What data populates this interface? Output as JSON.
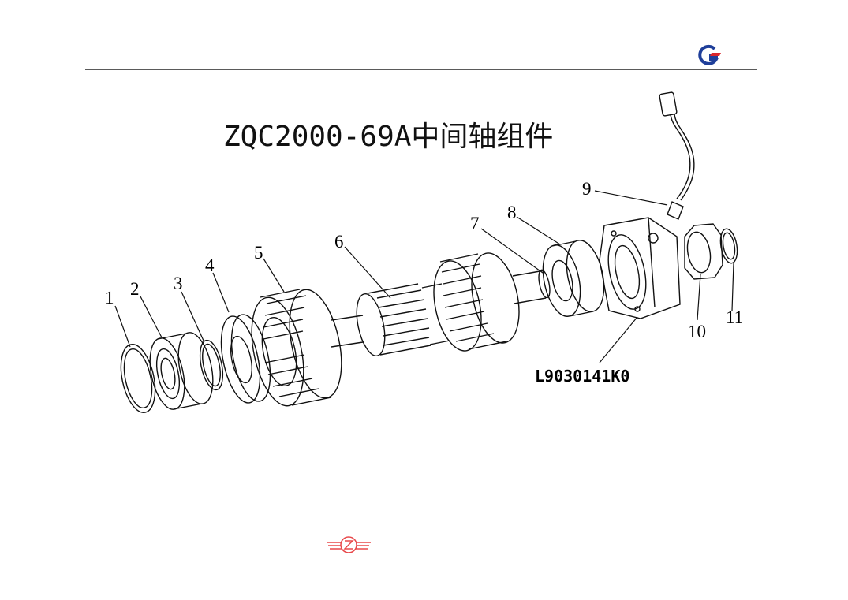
{
  "title": "ZQC2000-69A中间轴组件",
  "part_number": "L9030141K0",
  "callouts": [
    "1",
    "2",
    "3",
    "4",
    "5",
    "6",
    "7",
    "8",
    "9",
    "10",
    "11"
  ],
  "colors": {
    "line": "#111111",
    "rule": "#5a5a5a",
    "logo_blue": "#1f3f9a",
    "logo_red": "#d9262c",
    "emblem_red": "#e8484a"
  }
}
